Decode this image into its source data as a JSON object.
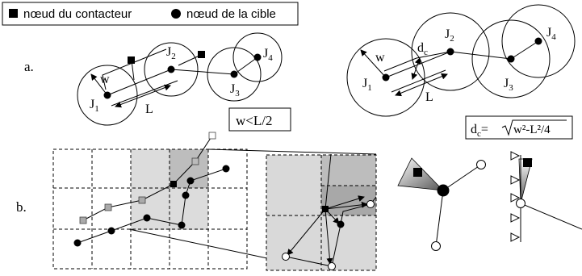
{
  "legend": {
    "contact_label": "nœud du contacteur",
    "target_label": "nœud de la cible"
  },
  "part_a": {
    "label": "a.",
    "left": {
      "joints": [
        "J",
        "J",
        "J",
        "J"
      ],
      "joint_subs": [
        "1",
        "2",
        "3",
        "4"
      ],
      "w": "w",
      "L": "L"
    },
    "condition_text": "w<L/2",
    "right": {
      "joints": [
        "J",
        "J",
        "J",
        "J"
      ],
      "joint_subs": [
        "1",
        "2",
        "3",
        "4"
      ],
      "w": "w",
      "L": "L",
      "dc": "d",
      "dc_sub": "c"
    },
    "formula": {
      "lhs": "d",
      "lhs_sub": "c",
      "eq": "=",
      "root_body": "w²-L²/4"
    }
  },
  "part_b": {
    "label": "b."
  },
  "colors": {
    "grey_light": "#d9d9d9",
    "grey_mid": "#bdbdbd",
    "grey_dark": "#a8a8a8",
    "node_grey": "#aaaaaa"
  }
}
